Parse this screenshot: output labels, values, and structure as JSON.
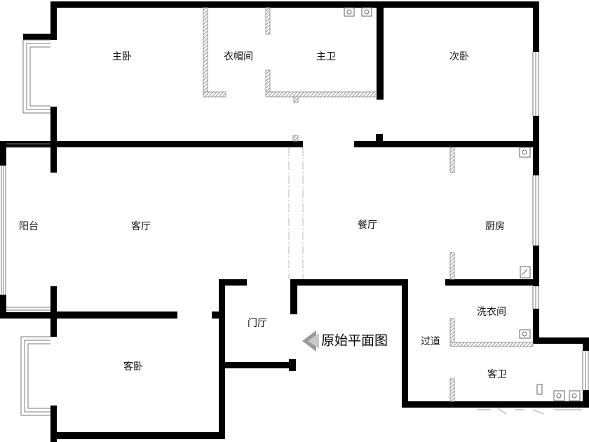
{
  "rooms": {
    "master_bedroom": "主卧",
    "cloakroom": "衣帽间",
    "master_bath": "主卫",
    "second_bedroom": "次卧",
    "balcony": "阳台",
    "living_room": "客厅",
    "dining_room": "餐厅",
    "kitchen": "厨房",
    "laundry": "洗衣间",
    "foyer": "门厅",
    "corridor": "过道",
    "guest_bath": "客卫",
    "guest_bedroom": "客卧"
  },
  "title": "原始平面图",
  "colors": {
    "wall": "#000000",
    "partition": "#bdbdbd",
    "window": "#7a7a7a"
  }
}
